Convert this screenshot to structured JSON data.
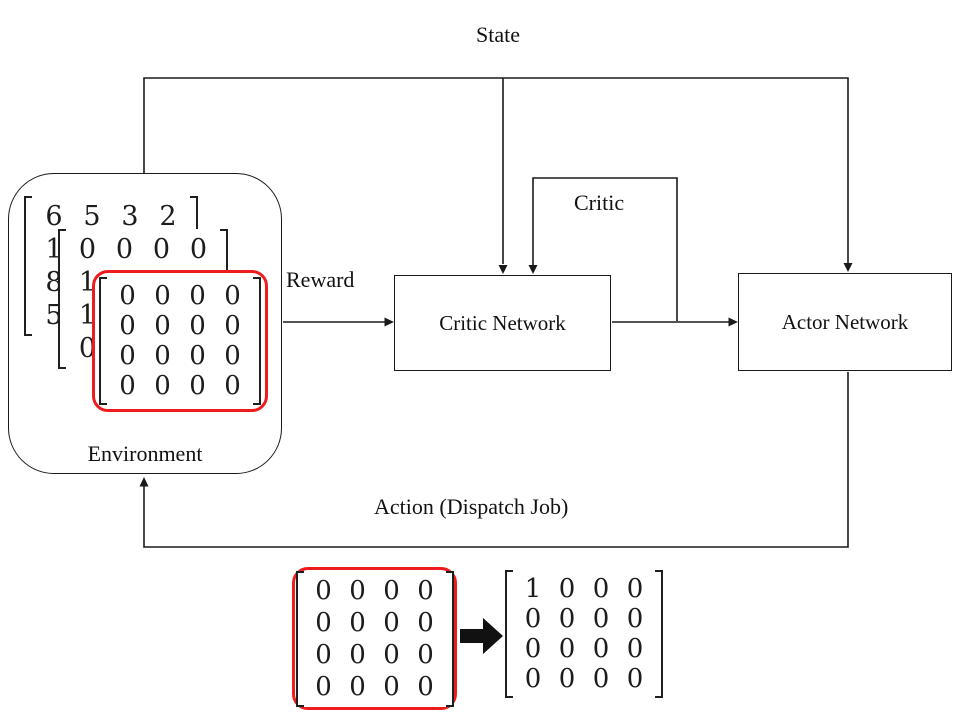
{
  "diagram": {
    "title_labels": {
      "state": "State",
      "critic": "Critic",
      "reward": "Reward",
      "action": "Action (Dispatch Job)"
    },
    "nodes": {
      "environment": "Environment",
      "critic_network": "Critic Network",
      "actor_network": "Actor Network"
    },
    "colors": {
      "line": "#1a1a1a",
      "highlight_red": "#ee1c1e",
      "background": "#ffffff"
    },
    "environment_matrices": {
      "back_matrix": {
        "rows": [
          [
            "6",
            "5",
            "3",
            "2"
          ],
          [
            "1",
            "",
            "",
            ""
          ],
          [
            "8",
            "",
            "",
            ""
          ],
          [
            "5",
            "",
            "",
            ""
          ]
        ]
      },
      "middle_matrix": {
        "rows": [
          [
            "0",
            "0",
            "0",
            "0"
          ],
          [
            "1",
            "",
            "",
            ""
          ],
          [
            "1",
            "",
            "",
            ""
          ],
          [
            "0",
            "",
            "",
            ""
          ]
        ]
      },
      "front_matrix": {
        "rows": [
          [
            "0",
            "0",
            "0",
            "0"
          ],
          [
            "0",
            "0",
            "0",
            "0"
          ],
          [
            "0",
            "0",
            "0",
            "0"
          ],
          [
            "0",
            "0",
            "0",
            "0"
          ]
        ]
      }
    },
    "action_matrices": {
      "dispatch_matrix": {
        "rows": [
          [
            "0",
            "0",
            "0",
            "0"
          ],
          [
            "0",
            "0",
            "0",
            "0"
          ],
          [
            "0",
            "0",
            "0",
            "0"
          ],
          [
            "0",
            "0",
            "0",
            "0"
          ]
        ]
      },
      "result_matrix": {
        "rows": [
          [
            "1",
            "0",
            "0",
            "0"
          ],
          [
            "0",
            "0",
            "0",
            "0"
          ],
          [
            "0",
            "0",
            "0",
            "0"
          ],
          [
            "0",
            "0",
            "0",
            "0"
          ]
        ]
      }
    }
  }
}
